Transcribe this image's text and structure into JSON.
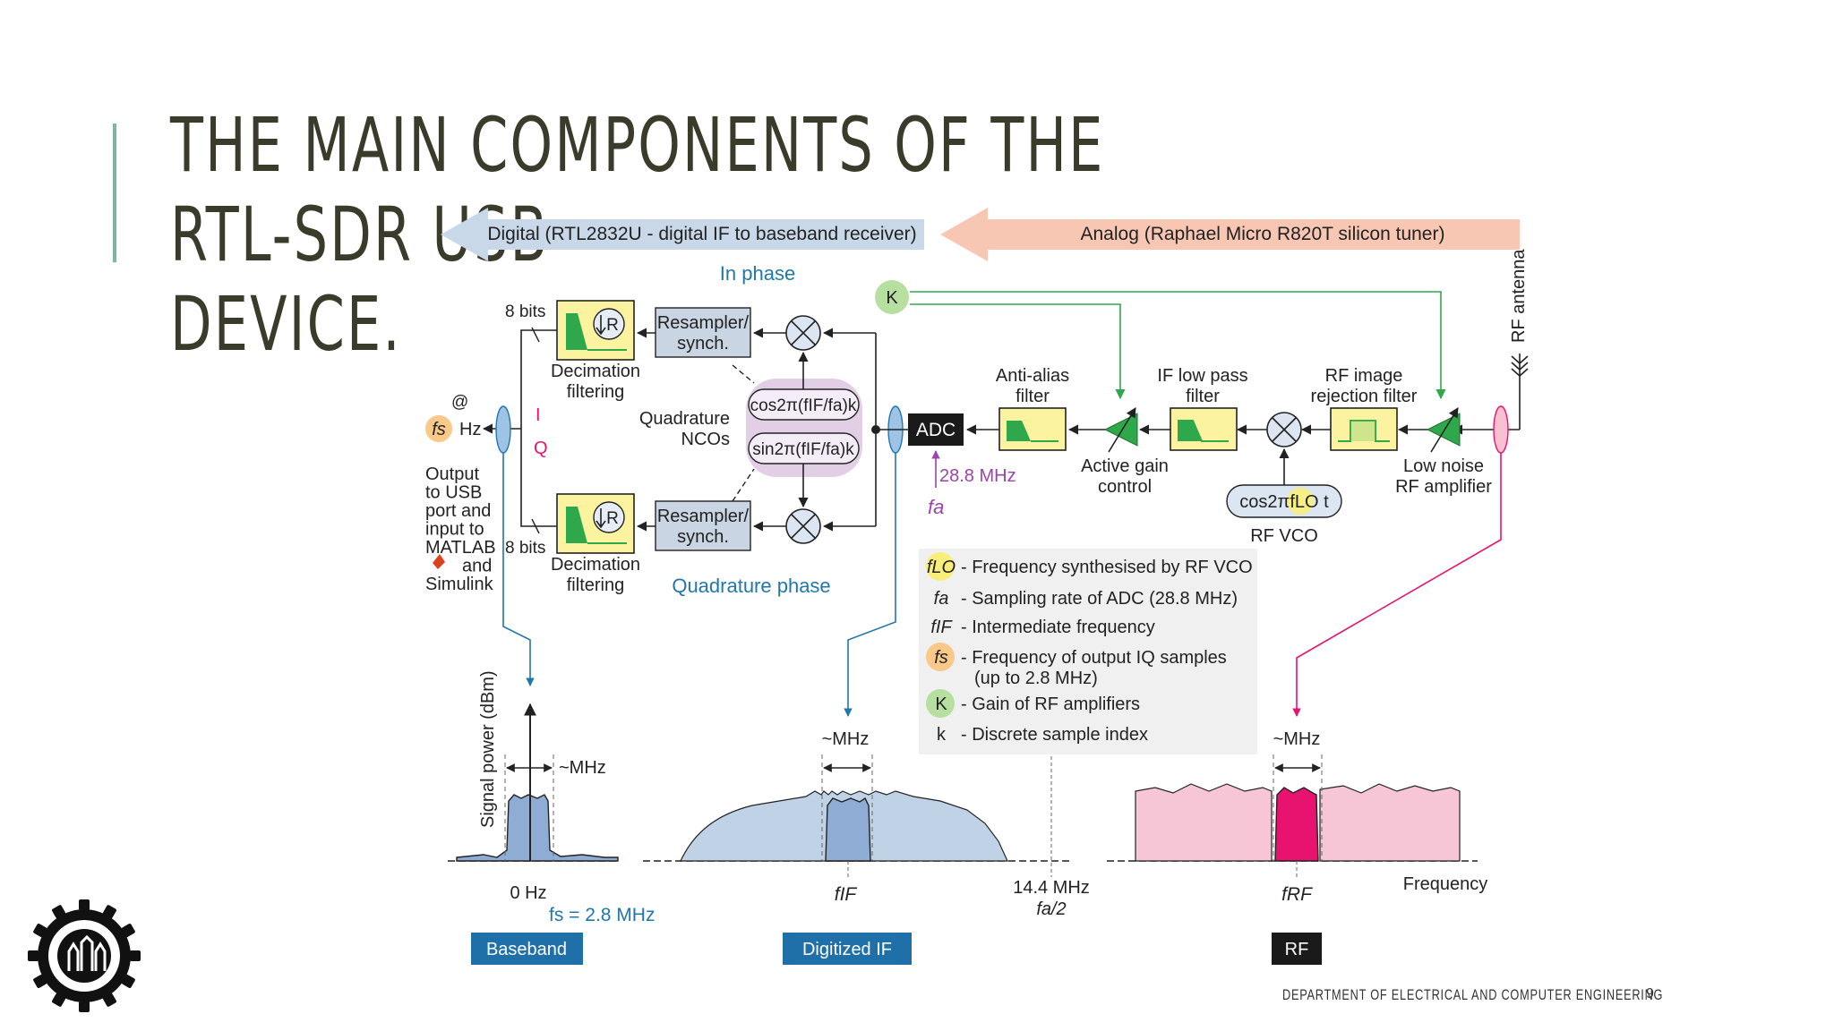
{
  "slide": {
    "title_line1": "THE MAIN COMPONENTS OF THE RTL-SDR USB",
    "title_line2": "DEVICE.",
    "footer": "DEPARTMENT OF ELECTRICAL AND COMPUTER ENGINEERING",
    "page_number": "9"
  },
  "diagram": {
    "digital_banner": "Digital (RTL2832U - digital IF to baseband receiver)",
    "analog_banner": "Analog (Raphael Micro R820T silicon tuner)",
    "in_phase": "In phase",
    "quadrature_phase": "Quadrature phase",
    "k_badge": "K",
    "rf_antenna": "RF antenna",
    "bits_top": "8 bits",
    "bits_bottom": "8 bits",
    "decim_top_line1": "Decimation",
    "decim_top_line2": "filtering",
    "decim_bottom_line1": "Decimation",
    "decim_bottom_line2": "filtering",
    "r_symbol": "R",
    "resampler_top_line1": "Resampler/",
    "resampler_top_line2": "synch.",
    "resampler_bottom_line1": "Resampler/",
    "resampler_bottom_line2": "synch.",
    "nco_label_line1": "Quadrature",
    "nco_label_line2": "NCOs",
    "nco_cos": "cos2π(fIF/fa)k",
    "nco_sin": "sin2π(fIF/fa)k",
    "label_i": "I",
    "label_q": "Q",
    "at_symbol": "@",
    "fs_symbol": "fs",
    "hz": "Hz",
    "output_lines": [
      "Output",
      "to USB",
      "port and",
      "input to",
      "MATLAB",
      "and",
      "Simulink"
    ],
    "adc": "ADC",
    "adc_rate": "28.8 MHz",
    "fa_symbol": "fa",
    "anti_alias_line1": "Anti-alias",
    "anti_alias_line2": "filter",
    "if_lpf_line1": "IF low pass",
    "if_lpf_line2": "filter",
    "rf_image_line1": "RF image",
    "rf_image_line2": "rejection filter",
    "agc_line1": "Active gain",
    "agc_line2": "control",
    "lna_line1": "Low noise",
    "lna_line2": "RF amplifier",
    "vco_formula": "cos2πfLO t",
    "rf_vco": "RF VCO",
    "legend": [
      {
        "symbol": "fLO",
        "text": "- Frequency synthesised by RF VCO"
      },
      {
        "symbol": "fa",
        "text": "- Sampling rate of ADC (28.8 MHz)"
      },
      {
        "symbol": "fIF",
        "text": "- Intermediate frequency"
      },
      {
        "symbol": "fs",
        "text": "- Frequency of output IQ samples"
      },
      {
        "symbol": "",
        "text": "(up to 2.8 MHz)"
      },
      {
        "symbol": "K",
        "text": "- Gain of RF amplifiers"
      },
      {
        "symbol": "k",
        "text": "- Discrete sample index"
      }
    ],
    "y_axis": "Signal power (dBm)",
    "mhz_baseband": "~MHz",
    "mhz_if": "~MHz",
    "mhz_rf": "~MHz",
    "zero_hz": "0 Hz",
    "fs_value": "fs = 2.8 MHz",
    "fif_axis": "fIF",
    "f144": "14.4 MHz",
    "fa_half": "fa/2",
    "frf_axis": "fRF",
    "frequency": "Frequency",
    "tag_baseband": "Baseband",
    "tag_if": "Digitized IF",
    "tag_rf": "RF"
  },
  "colors": {
    "title": "#3b3b2b",
    "accent_bar": "#7bb8a0",
    "digital_arrow": "#c9d8e8",
    "analog_arrow": "#f8c7b4",
    "blue_text": "#2277aa",
    "filter_fill": "#fbf3a0",
    "green": "#2ea84a",
    "magenta": "#e8136f",
    "purple": "#9a45a8",
    "baseband_tag": "#1f6fa8",
    "rf_tag": "#1a1a1a",
    "legend_bg": "#f0f0f0"
  },
  "icons": [
    "matlab-logo-icon",
    "university-seal-icon",
    "antenna-icon",
    "multiplier-icon",
    "amplifier-icon"
  ]
}
